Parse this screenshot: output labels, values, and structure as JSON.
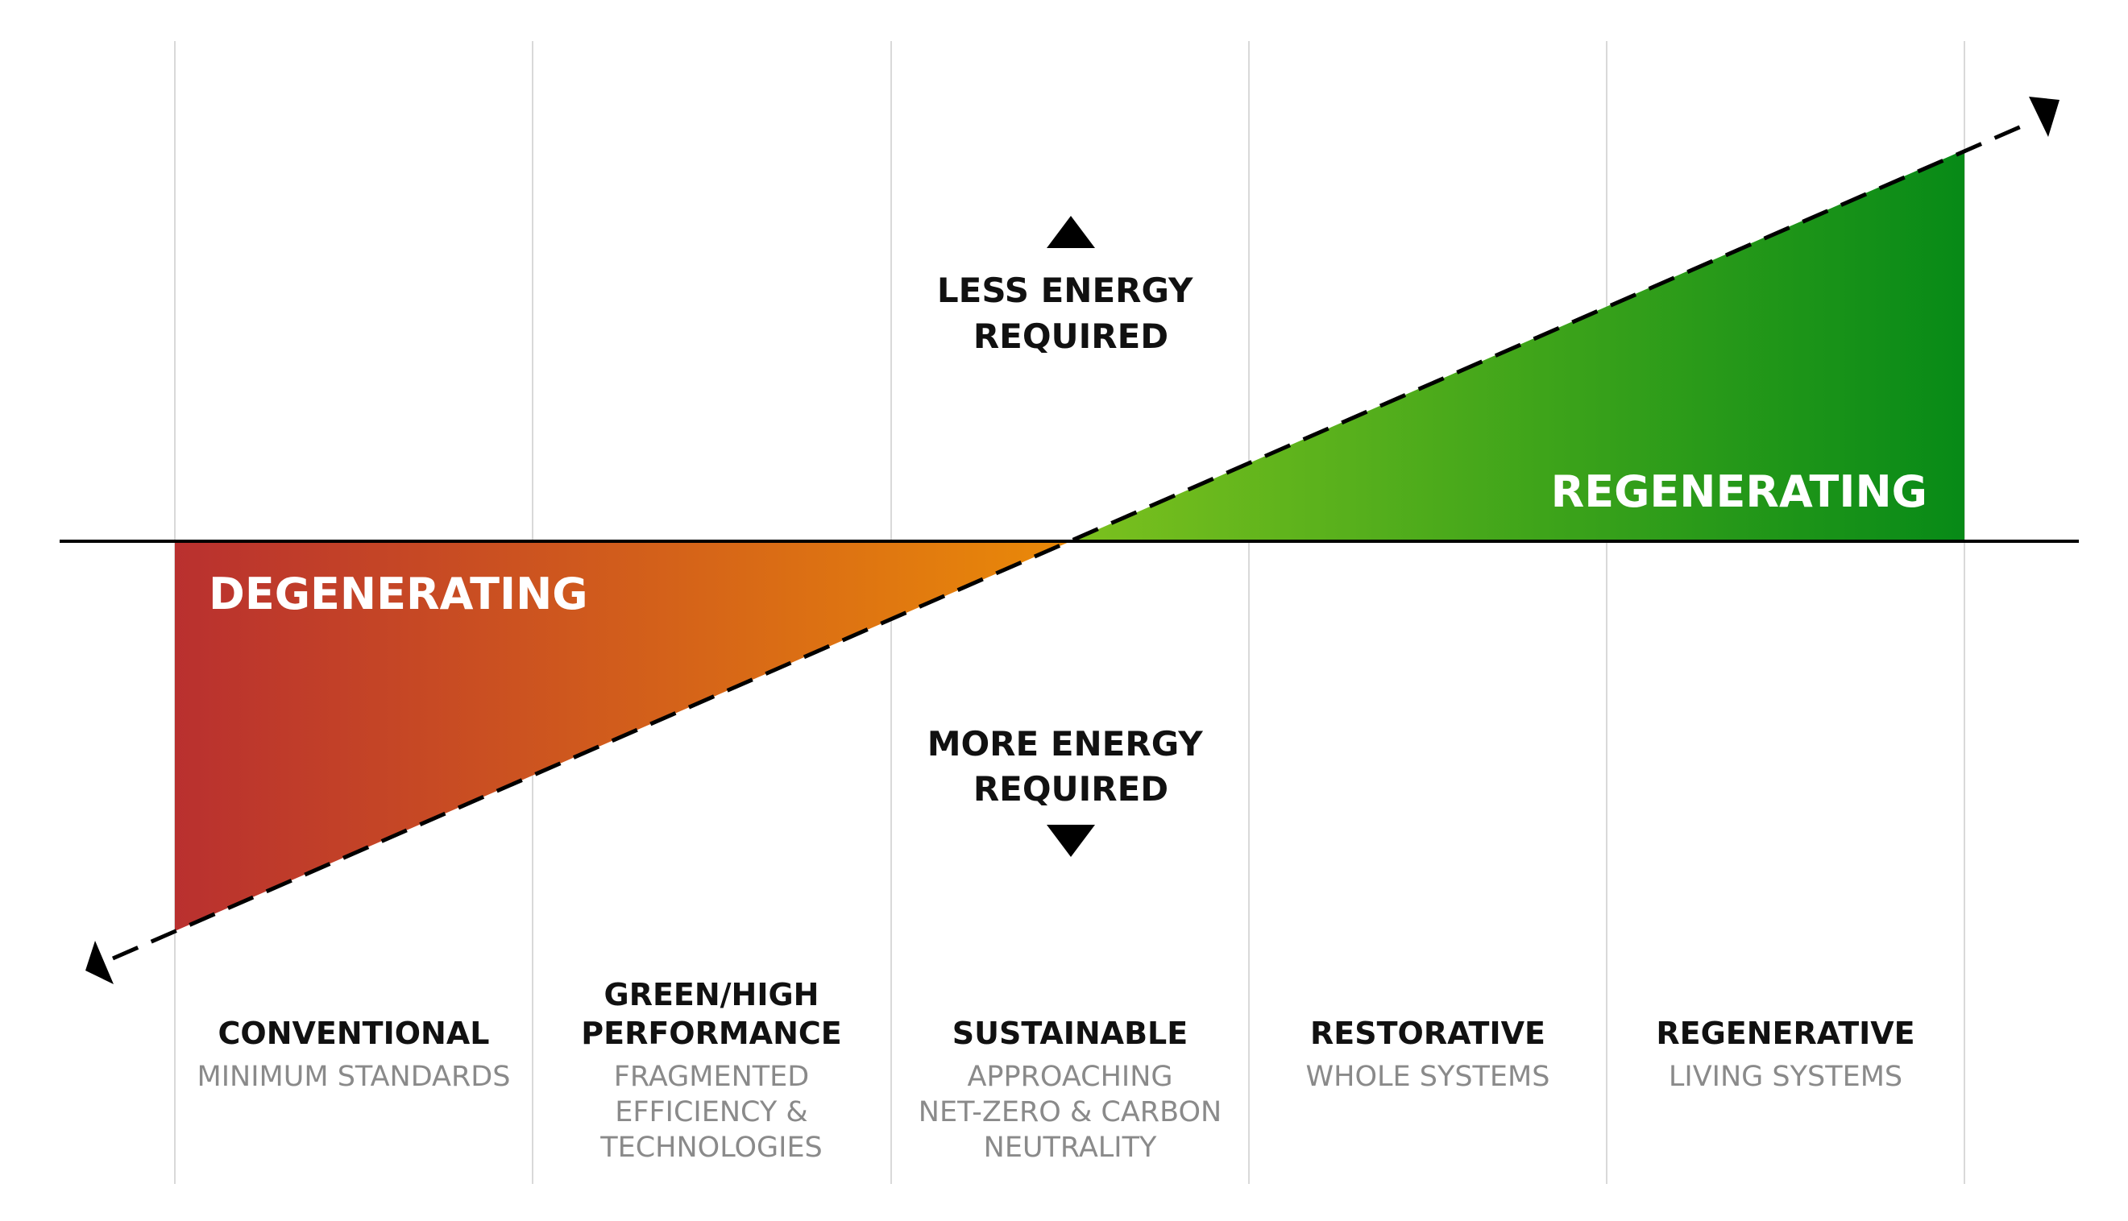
{
  "zones": {
    "degenerating": "DEGENERATING",
    "regenerating": "REGENERATING"
  },
  "energy": {
    "less": [
      "LESS ENERGY",
      "REQUIRED"
    ],
    "more": [
      "MORE ENERGY",
      "REQUIRED"
    ]
  },
  "columns": [
    {
      "title": [
        "CONVENTIONAL"
      ],
      "subtitle": [
        "MINIMUM STANDARDS"
      ]
    },
    {
      "title": [
        "GREEN/HIGH",
        "PERFORMANCE"
      ],
      "subtitle": [
        "FRAGMENTED",
        "EFFICIENCY &",
        "TECHNOLOGIES"
      ]
    },
    {
      "title": [
        "SUSTAINABLE"
      ],
      "subtitle": [
        "APPROACHING",
        "NET-ZERO & CARBON",
        "NEUTRALITY"
      ]
    },
    {
      "title": [
        "RESTORATIVE"
      ],
      "subtitle": [
        "WHOLE SYSTEMS"
      ]
    },
    {
      "title": [
        "REGENERATIVE"
      ],
      "subtitle": [
        "LIVING SYSTEMS"
      ]
    }
  ],
  "colors": {
    "red": "#b9302f",
    "orange": "#ea8a08",
    "lightGreen": "#7cc11e",
    "darkGreen": "#078a17",
    "gridline": "#d9d9d9"
  }
}
